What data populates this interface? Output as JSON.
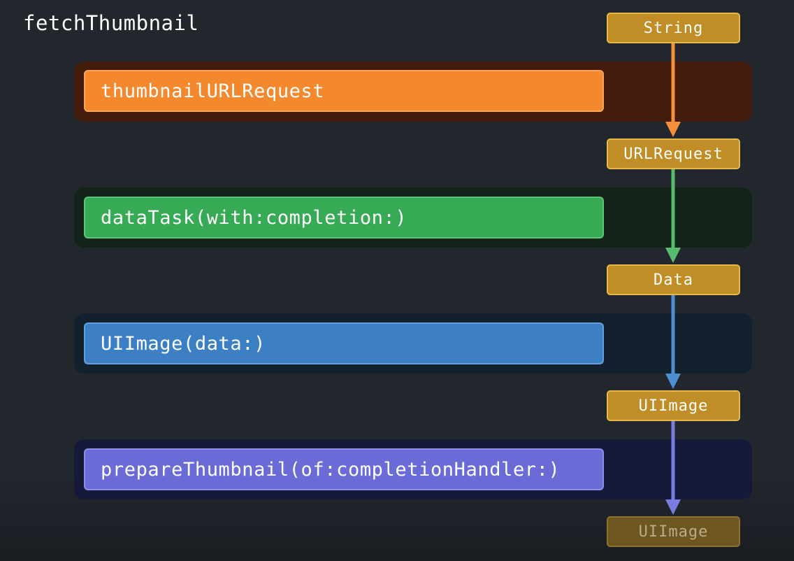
{
  "title": "fetchThumbnail",
  "steps": [
    {
      "label": "thumbnailURLRequest",
      "color": "#f3882d",
      "border": "#f9a45a",
      "band": "#441c0b"
    },
    {
      "label": "dataTask(with:completion:)",
      "color": "#37aa55",
      "border": "#5ec57a",
      "band": "#122317"
    },
    {
      "label": "UIImage(data:)",
      "color": "#3d7fc4",
      "border": "#63a0dc",
      "band": "#12212d"
    },
    {
      "label": "prepareThumbnail(of:completionHandler:)",
      "color": "#6a6bd6",
      "border": "#8d8ee6",
      "band": "#161a3a"
    }
  ],
  "types": [
    "String",
    "URLRequest",
    "Data",
    "UIImage",
    "UIImage"
  ],
  "arrow_colors": [
    "#f4903b",
    "#57bb6e",
    "#4d8fd1",
    "#7b7ce0"
  ]
}
